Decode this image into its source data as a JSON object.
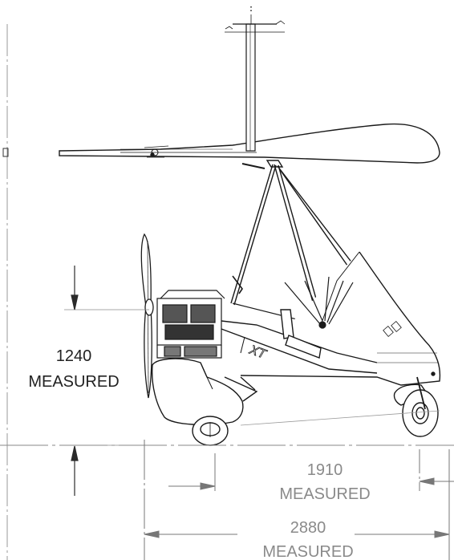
{
  "dimensions": {
    "height": {
      "value": "1240",
      "note": "MEASURED"
    },
    "width_short": {
      "value": "1910",
      "note": "MEASURED"
    },
    "width_long": {
      "value": "2880",
      "note": "MEASURED"
    }
  },
  "colors": {
    "line": "#1a1a1a",
    "dimension_line": "#777777",
    "dimension_text_dark": "#222222",
    "dimension_text_grey": "#8a8a8a"
  }
}
